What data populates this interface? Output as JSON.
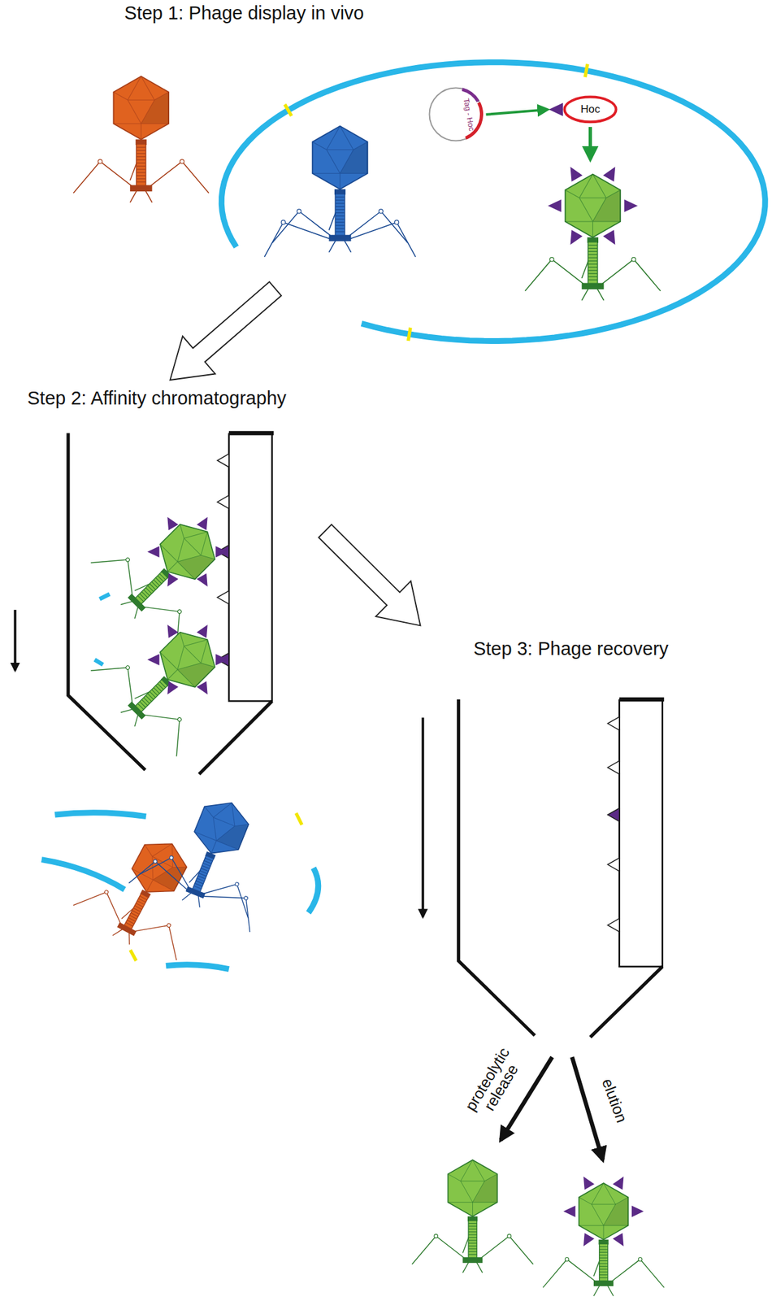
{
  "diagram": {
    "nodes": [
      {
        "text": [
          "Tag - Hoc"
        ]
      },
      {
        "text": [
          "Hoc"
        ]
      }
    ],
    "edges": [
      {
        "from": 0,
        "to": 1,
        "arrow": "to"
      }
    ],
    "labels": [
      "Step 1: Phage display in vivo",
      "Step 2: Affinity chromatography",
      "Step 3: Phage recovery",
      "proteolytic release",
      "elution"
    ]
  }
}
